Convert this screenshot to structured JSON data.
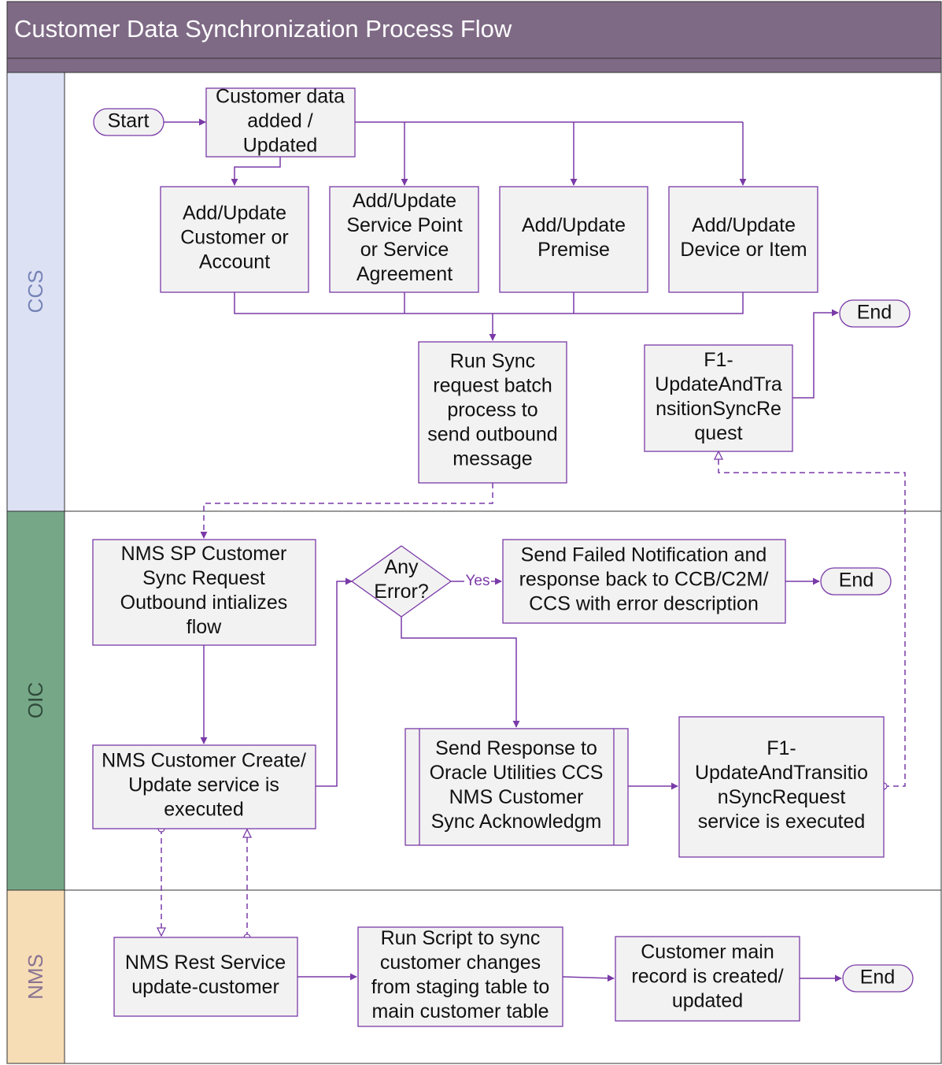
{
  "title": "Customer Data Synchronization Process Flow",
  "colors": {
    "header": "#7f6a86",
    "lane_ccs": "#dde1f4",
    "lane_oic": "#76a888",
    "lane_nms": "#f6ddb6",
    "box_fill": "#f2f2f2",
    "arrow": "#7a3aa8"
  },
  "lanes": [
    {
      "id": "ccs",
      "label": "CCS"
    },
    {
      "id": "oic",
      "label": "OIC"
    },
    {
      "id": "nms",
      "label": "NMS"
    }
  ],
  "nodes": {
    "start": [
      "Start"
    ],
    "cust_data": [
      "Customer data",
      "added /",
      "Updated"
    ],
    "add_cust": [
      "Add/Update",
      "Customer or",
      "Account"
    ],
    "add_sp": [
      "Add/Update",
      "Service Point",
      "or Service",
      "Agreement"
    ],
    "add_premise": [
      "Add/Update",
      "Premise"
    ],
    "add_device": [
      "Add/Update",
      "Device or Item"
    ],
    "run_sync": [
      "Run Sync",
      "request batch",
      "process to",
      "send outbound",
      "message"
    ],
    "f1_ccs": [
      "F1-",
      "UpdateAndTra",
      "nsitionSyncRe",
      "quest"
    ],
    "end_ccs": [
      "End"
    ],
    "nms_sp": [
      "NMS SP Customer",
      "Sync Request",
      "Outbound intializes",
      "flow"
    ],
    "any_error": [
      "Any",
      "Error?"
    ],
    "yes_label": [
      "Yes"
    ],
    "send_failed": [
      "Send Failed Notification and",
      "response back to CCB/C2M/",
      "CCS with error description"
    ],
    "end_oic": [
      "End"
    ],
    "nms_create": [
      "NMS Customer Create/",
      "Update service is",
      "executed"
    ],
    "send_response": [
      "Send Response to",
      "Oracle Utilities CCS",
      "NMS Customer",
      "Sync Acknowledgm"
    ],
    "f1_oic": [
      "F1-",
      "UpdateAndTransitio",
      "nSyncRequest",
      "service is executed"
    ],
    "nms_rest": [
      "NMS Rest Service",
      "update-customer"
    ],
    "run_script": [
      "Run Script to sync",
      "customer changes",
      "from staging table to",
      "main customer table"
    ],
    "cust_main": [
      "Customer main",
      "record is created/",
      "updated"
    ],
    "end_nms": [
      "End"
    ]
  }
}
